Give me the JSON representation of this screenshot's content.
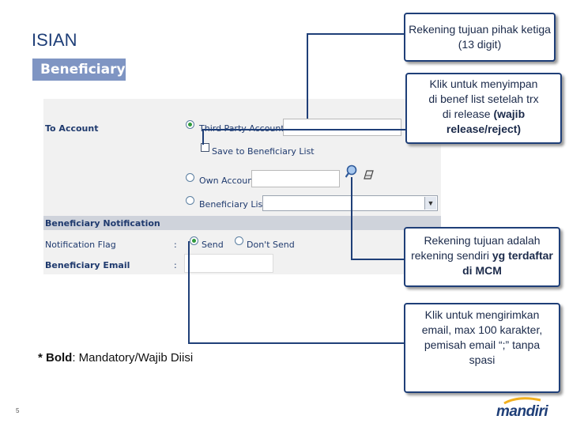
{
  "header": {
    "title": "ISIAN",
    "tab_label": "Beneficiary"
  },
  "form": {
    "to_account_label": "To Account",
    "third_party_label": "Third Party Account No.",
    "save_beneficiary_label": "Save to Beneficiary List",
    "own_account_label": "Own Account",
    "beneficiary_list_label": "Beneficiary List",
    "beneficiary_list_value": "",
    "notification_section": "Beneficiary Notification",
    "notification_flag_label": "Notification Flag",
    "beneficiary_email_label": "Beneficiary Email",
    "colon": ":",
    "send_label": "Send",
    "dont_send_label": "Don't Send",
    "third_party_selected": true,
    "send_selected": true,
    "save_beneficiary_checked": false
  },
  "callouts": {
    "c1": "Rekening tujuan pihak ketiga (13 digit)",
    "c2_line1": "Klik untuk menyimpan",
    "c2_line2": "di benef list setelah trx",
    "c2_line3": "di release",
    "c2_bold": "(wajib release/reject)",
    "c3_line1": "Rekening tujuan adalah",
    "c3_line2": "rekening sendiri",
    "c3_bold": "yg terdaftar di MCM",
    "c4": "Klik untuk mengirimkan email, max 100 karakter, pemisah email “;” tanpa spasi"
  },
  "footer": {
    "note_bold": "* Bold",
    "note_rest": ": Mandatory/Wajib Diisi",
    "page_number": "5",
    "logo_text": "mandiri"
  },
  "colors": {
    "brand": "#1f3f78",
    "tab": "#7f95c3",
    "radio_on": "#2f9a3c"
  }
}
